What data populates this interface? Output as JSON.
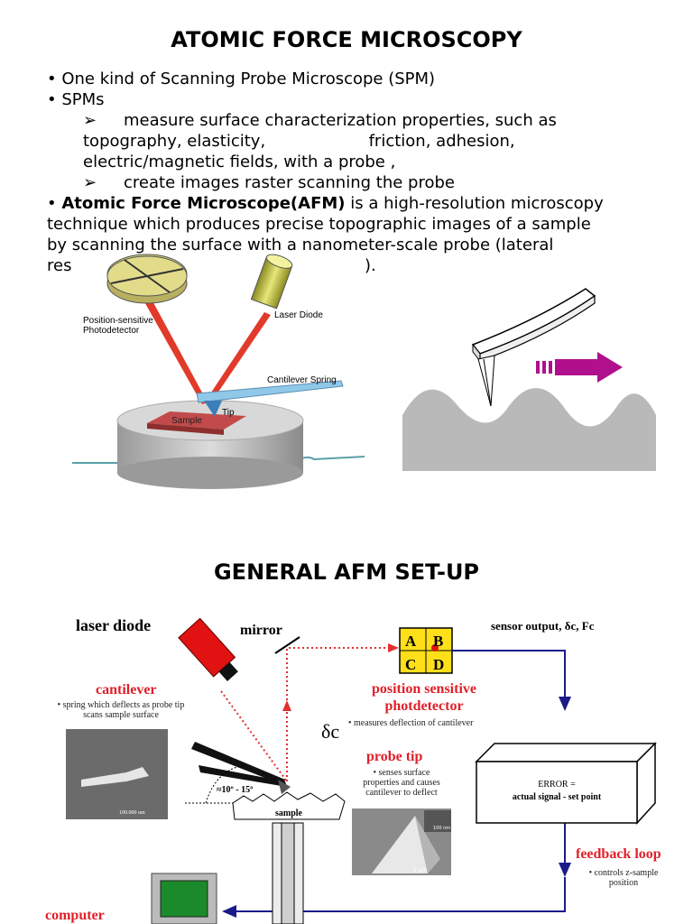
{
  "title1": "ATOMIC FORCE MICROSCOPY",
  "bullets": {
    "b1": "• One kind of Scanning Probe Microscope (SPM)",
    "b2": "• SPMs",
    "sub1_a": "measure surface characterization properties, such as",
    "sub1_b": "topography, elasticity,                    friction, adhesion,",
    "sub1_c": "electric/magnetic fields, with a probe ,",
    "sub2": "create images raster scanning the probe",
    "afm_bold": "Atomic Force Microscope(AFM)",
    "afm_rest": " is a high-resolution microscopy",
    "afm_l2": "technique which produces precise topographic images of a sample",
    "afm_l3": "by scanning the surface with a nanometer-scale probe (lateral",
    "afm_l4a": "res",
    "afm_l4b": ").",
    "arrow_glyph": "➢",
    "bullet_glyph": "•"
  },
  "fig1": {
    "photodetector": "Position-sensitive\nPhotodetector",
    "laser": "Laser Diode",
    "cantilever": "Cantilever Spring",
    "tip": "Tip",
    "sample": "Sample"
  },
  "title2": "GENERAL AFM SET-UP",
  "fig2": {
    "laser_diode": "laser diode",
    "mirror": "mirror",
    "sensor_output": "sensor output, δc, Fc",
    "quad": [
      "A",
      "B",
      "C",
      "D"
    ],
    "cantilever": "cantilever",
    "cantilever_desc": "• spring which deflects as probe tip\nscans sample surface",
    "psd_title": "position sensitive\nphotdetector",
    "psd_desc": "• measures deflection of cantilever",
    "delta_c": "δc",
    "probe_tip": "probe tip",
    "probe_desc": "• senses surface\nproperties and causes\ncantilever to deflect",
    "angle": "≈10º - 15º",
    "sample": "sample",
    "error": "ERROR =\nactual signal - set point",
    "feedback": "feedback loop",
    "feedback_desc": "• controls z-sample\nposition",
    "computer": "computer",
    "scale1": "100.000 um",
    "scale2": "1 µm",
    "scale3": "100 nm"
  }
}
